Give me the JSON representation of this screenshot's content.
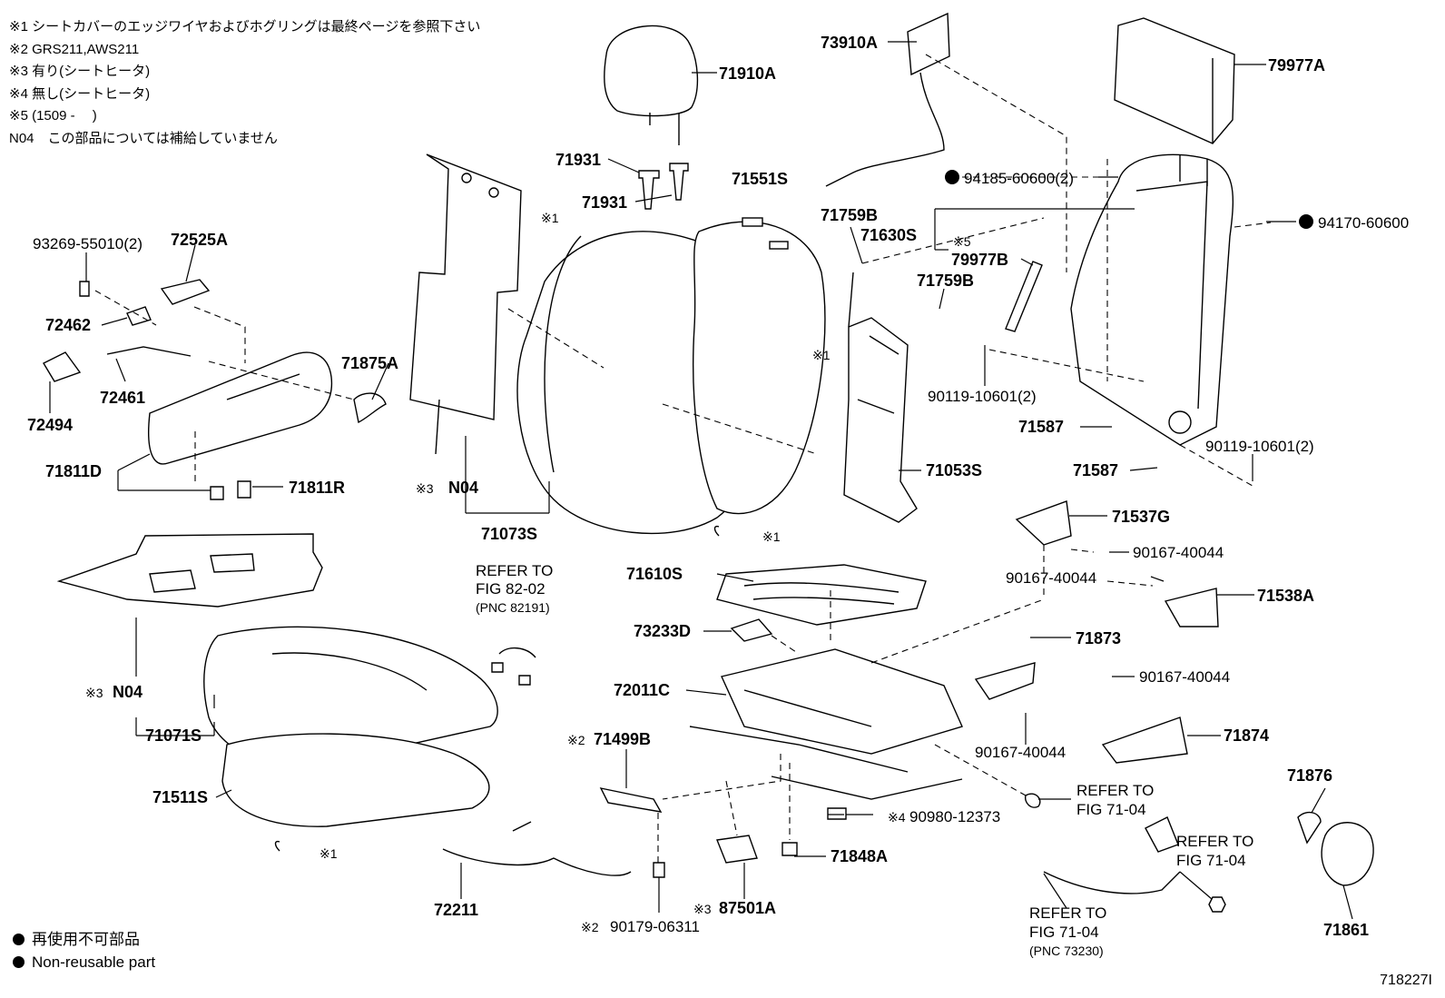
{
  "notes": [
    "※1 シートカバーのエッジワイヤおよびホグリングは最終ページを参照下さい",
    "※2 GRS211,AWS211",
    "※3 有り(シートヒータ)",
    "※4 無し(シートヒータ)",
    "※5 (1509 -　 )",
    "N04　この部品については補給していません"
  ],
  "labels": {
    "p71910A": "71910A",
    "p73910A": "73910A",
    "p79977A": "79977A",
    "p71931a": "71931",
    "p71931b": "71931",
    "p71551S": "71551S",
    "p94185": "94185-60600(2)",
    "p94170": "94170-60600",
    "p71759Ba": "71759B",
    "p71630S": "71630S",
    "p79977B": "79977B",
    "p71759Bb": "71759B",
    "p93269": "93269-55010(2)",
    "p72525A": "72525A",
    "p72462": "72462",
    "p72461": "72461",
    "p72494": "72494",
    "p71875A": "71875A",
    "p71811D": "71811D",
    "p71811R": "71811R",
    "p90119a": "90119-10601(2)",
    "p71587a": "71587",
    "p90119b": "90119-10601(2)",
    "p71587b": "71587",
    "p71053S": "71053S",
    "p71073S": "71073S",
    "p71537G": "71537G",
    "p90167a": "90167-40044",
    "p90167b": "90167-40044",
    "p71538A": "71538A",
    "p71610S": "71610S",
    "p73233D": "73233D",
    "p71873": "71873",
    "p90167c": "90167-40044",
    "p72011C": "72011C",
    "p71874": "71874",
    "p90167d": "90167-40044",
    "p71071S": "71071S",
    "p71499B": "71499B",
    "p71511S": "71511S",
    "p90980": "90980-12373",
    "p71876": "71876",
    "p71848A": "71848A",
    "p72211": "72211",
    "p87501A": "87501A",
    "p90179": "90179-06311",
    "p71861": "71861",
    "n04a": "N04",
    "n04b": "N04"
  },
  "marks": {
    "m1a": "※1",
    "m1b": "※1",
    "m1c": "※1",
    "m1d": "※1",
    "m5": "※5",
    "m3a": "※3",
    "m3b": "※3",
    "m3c": "※3",
    "m2a": "※2",
    "m2b": "※2",
    "m4": "※4"
  },
  "refs": {
    "ref1_l1": "REFER TO",
    "ref1_l2": "FIG 82-02",
    "ref1_l3": "(PNC 82191)",
    "ref2_l1": "REFER TO",
    "ref2_l2": "FIG 71-04",
    "ref3_l1": "REFER TO",
    "ref3_l2": "FIG 71-04",
    "ref4_l1": "REFER TO",
    "ref4_l2": "FIG 71-04",
    "ref4_l3": "(PNC 73230)"
  },
  "legend": {
    "nonreusable_jp": "再使用不可部品",
    "nonreusable_en": "Non-reusable part"
  },
  "figure_id": "718227I"
}
